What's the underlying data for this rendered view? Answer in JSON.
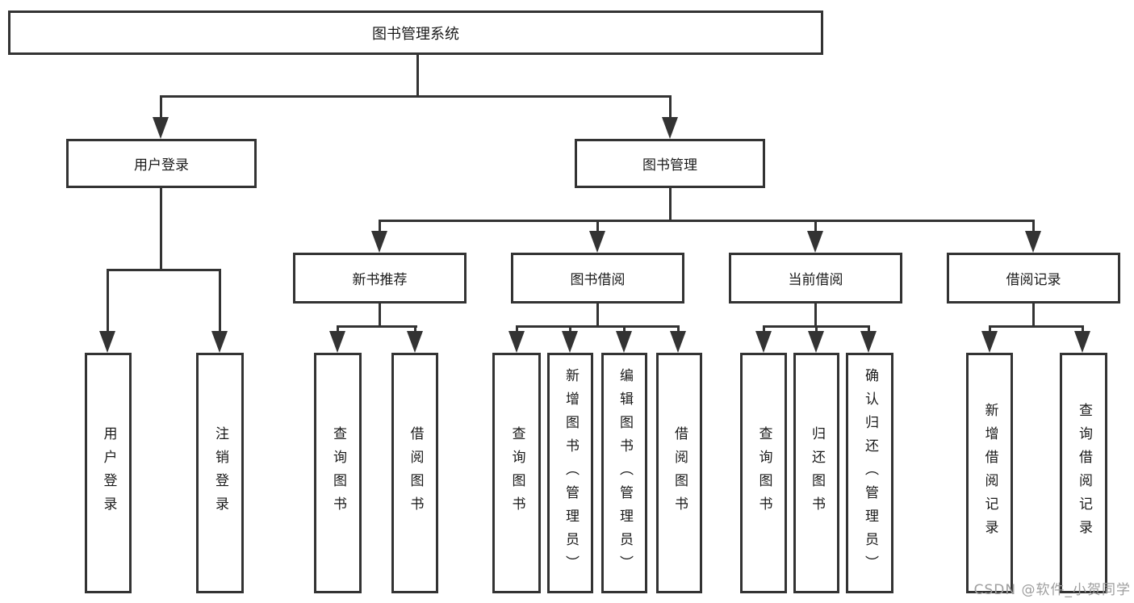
{
  "colors": {
    "line": "#333333",
    "text": "#1a1a1a",
    "background": "#ffffff",
    "watermark": "#9e9e9e"
  },
  "tree": {
    "root": {
      "label": "图书管理系统"
    },
    "branches": [
      {
        "label": "用户登录",
        "children": [
          {
            "label": "用户登录"
          },
          {
            "label": "注销登录"
          }
        ]
      },
      {
        "label": "图书管理",
        "children": [
          {
            "label": "新书推荐",
            "children": [
              {
                "label": "查询图书"
              },
              {
                "label": "借阅图书"
              }
            ]
          },
          {
            "label": "图书借阅",
            "children": [
              {
                "label": "查询图书"
              },
              {
                "label": "新增图书（管理员）"
              },
              {
                "label": "编辑图书（管理员）"
              },
              {
                "label": "借阅图书"
              }
            ]
          },
          {
            "label": "当前借阅",
            "children": [
              {
                "label": "查询图书"
              },
              {
                "label": "归还图书"
              },
              {
                "label": "确认归还（管理员）"
              }
            ]
          },
          {
            "label": "借阅记录",
            "children": [
              {
                "label": "新增借阅记录"
              },
              {
                "label": "查询借阅记录"
              }
            ]
          }
        ]
      }
    ]
  },
  "watermark": {
    "text": "CSDN @软件_小贺同学"
  }
}
